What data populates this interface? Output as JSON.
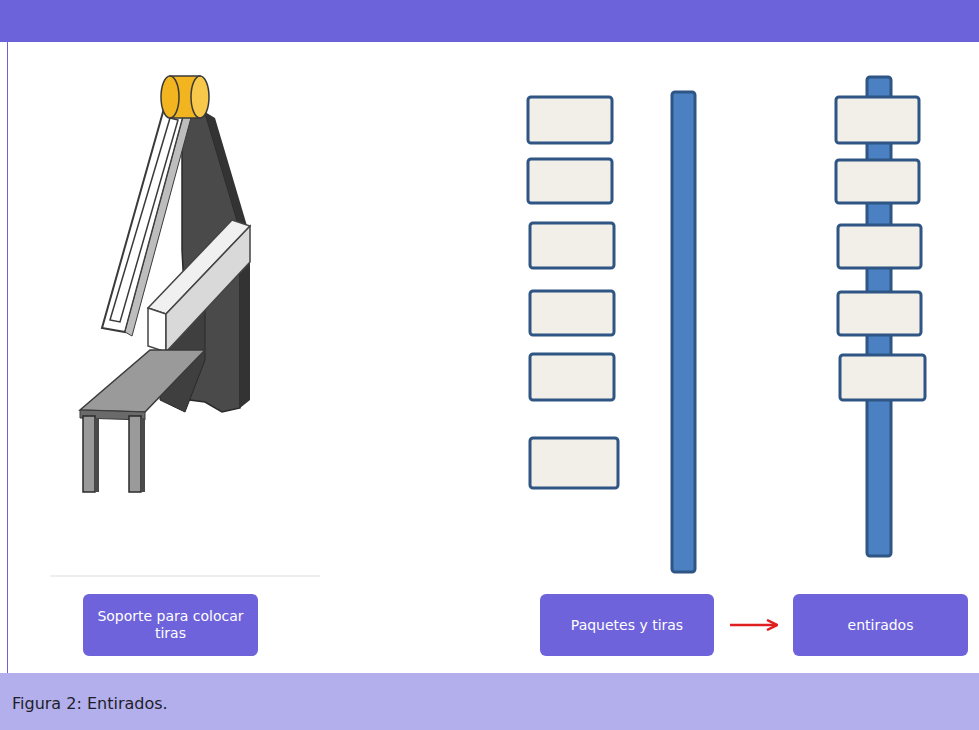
{
  "diagram": {
    "caption": "Figura 2: Entirados.",
    "nodes": [
      {
        "text": [
          "Soporte para colocar tiras"
        ]
      },
      {
        "text": [
          "Paquetes y tiras"
        ]
      },
      {
        "text": [
          "entirados"
        ]
      }
    ],
    "edges": [
      {
        "from": 1,
        "to": 2,
        "arrow": "to"
      }
    ]
  }
}
